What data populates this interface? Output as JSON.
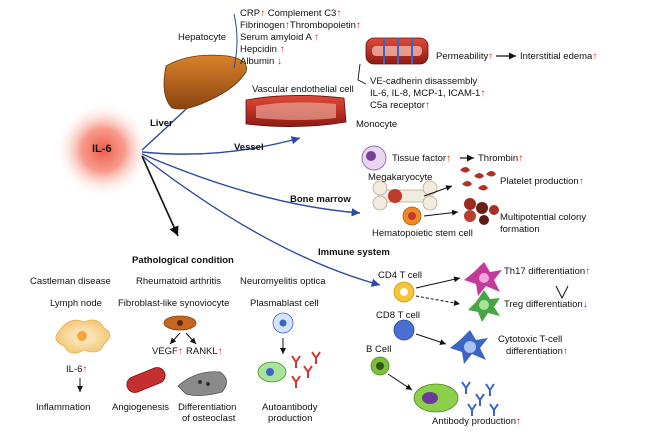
{
  "title": "IL-6",
  "colors": {
    "up_arrow": "#e2231a",
    "down_arrow": "#1f4fb5",
    "branch_arrow": "#2b4aa0",
    "il6_glow": "#f05a4a"
  },
  "branches": {
    "liver": "Liver",
    "vessel": "Vessel",
    "bone_marrow": "Bone marrow",
    "immune_system": "Immune system",
    "pathological": "Pathological condition"
  },
  "liver": {
    "cell": "Hepatocyte",
    "items": [
      {
        "label": "CRP",
        "dir": "up"
      },
      {
        "label": "Complement C3",
        "dir": "up"
      },
      {
        "label": "Fibrinogen",
        "dir": "up"
      },
      {
        "label": "Thrombopoietin",
        "dir": "up"
      },
      {
        "label": "Serum amyloid A",
        "dir": "up"
      },
      {
        "label": "Hepcidin",
        "dir": "up"
      },
      {
        "label": "Albumin",
        "dir": "down"
      }
    ]
  },
  "vessel": {
    "cell": "Vascular endothelial cell",
    "permeability": "Permeability",
    "edema": "Interstitial edema",
    "line1": "VE-cadherin disassembly",
    "line2": "IL-6, IL-8, MCP-1, ICAM-1",
    "line3": "C5a receptor",
    "monocyte": "Monocyte",
    "tissue_factor": "Tissue factor",
    "thrombin": "Thrombin"
  },
  "bone_marrow": {
    "megakaryocyte": "Megakaryocyte",
    "platelet": "Platelet production",
    "stem_cell": "Hematopoietic stem cell",
    "colony_1": "Multipotential colony",
    "colony_2": "formation"
  },
  "immune": {
    "cd4": "CD4 T cell",
    "th17": "Th17 differentiation",
    "treg": "Treg differentiation",
    "cd8": "CD8 T cell",
    "cytotoxic_1": "Cytotoxic T-cell",
    "cytotoxic_2": "differentiation",
    "bcell": "B Cell",
    "antibody": "Antibody production"
  },
  "pathology": {
    "castleman": "Castleman disease",
    "ra": "Rheumatoid arthritis",
    "nmo": "Neuromyelitis optica",
    "lymph_node": "Lymph node",
    "synoviocyte": "Fibroblast-like synoviocyte",
    "plasmablast": "Plasmablast cell",
    "il6": "IL-6",
    "vegf": "VEGF",
    "rankl": "RANKL",
    "inflammation": "Inflammation",
    "angiogenesis": "Angiogenesis",
    "osteoclast_1": "Differentiation",
    "osteoclast_2": "of osteoclast",
    "autoantibody_1": "Autoantibody",
    "autoantibody_2": "production"
  }
}
